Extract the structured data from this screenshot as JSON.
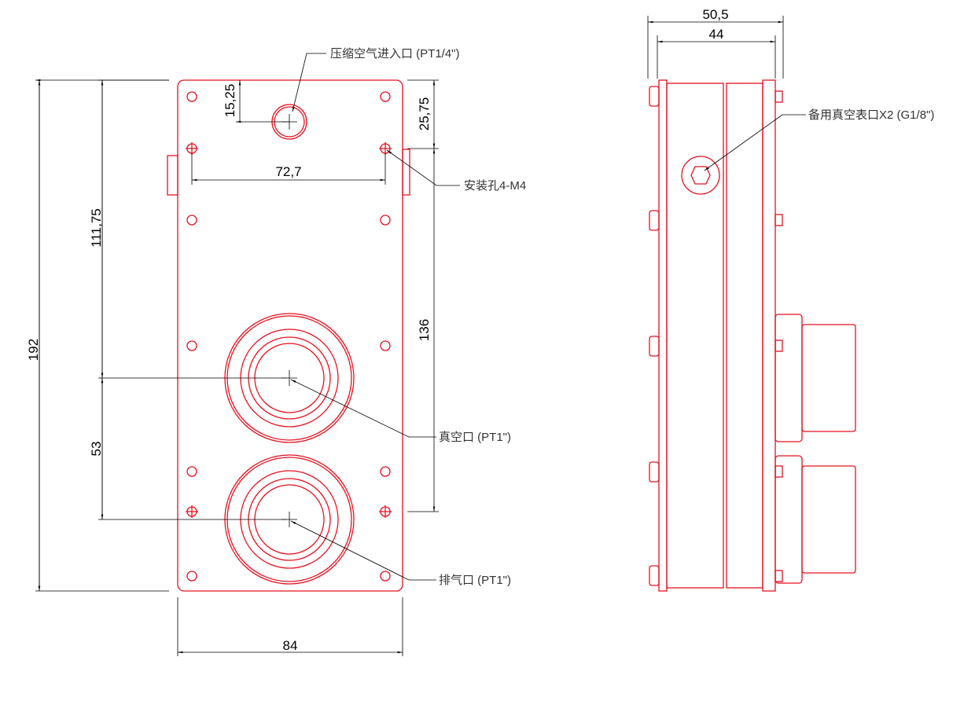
{
  "dimensions": {
    "height_total": "192",
    "height_inlet_to_vacuum": "111,75",
    "height_vacuum_to_exhaust": "53",
    "inlet_offset": "15,25",
    "mount_offset": "25,75",
    "mount_spacing_h": "72,7",
    "mount_spacing_v": "136",
    "width_total": "84",
    "side_width_outer": "50,5",
    "side_width_inner": "44"
  },
  "callouts": {
    "inlet": "压缩空气进入口 (PT1/4\")",
    "mount": "安装孔4-M4",
    "vacuum": "真空口 (PT1\")",
    "exhaust": "排气口 (PT1\")",
    "gauge": "备用真空表口X2 (G1/8\")"
  },
  "colors": {
    "part": "#e8101e",
    "dimension": "#000000"
  }
}
